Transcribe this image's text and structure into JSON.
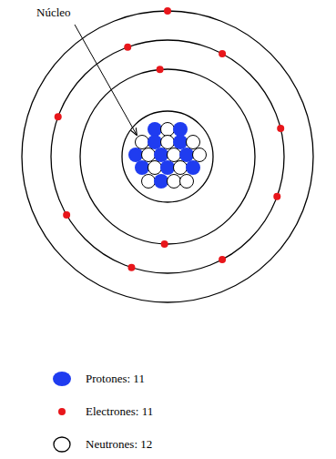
{
  "diagram": {
    "labels": [
      "Núcleo"
    ],
    "legend": [
      {
        "text": "Protones: 11",
        "color": "#1f3cf0"
      },
      {
        "text": "Electrones: 11",
        "color": "#e8161b"
      },
      {
        "text": "Neutrones: 12"
      }
    ]
  }
}
